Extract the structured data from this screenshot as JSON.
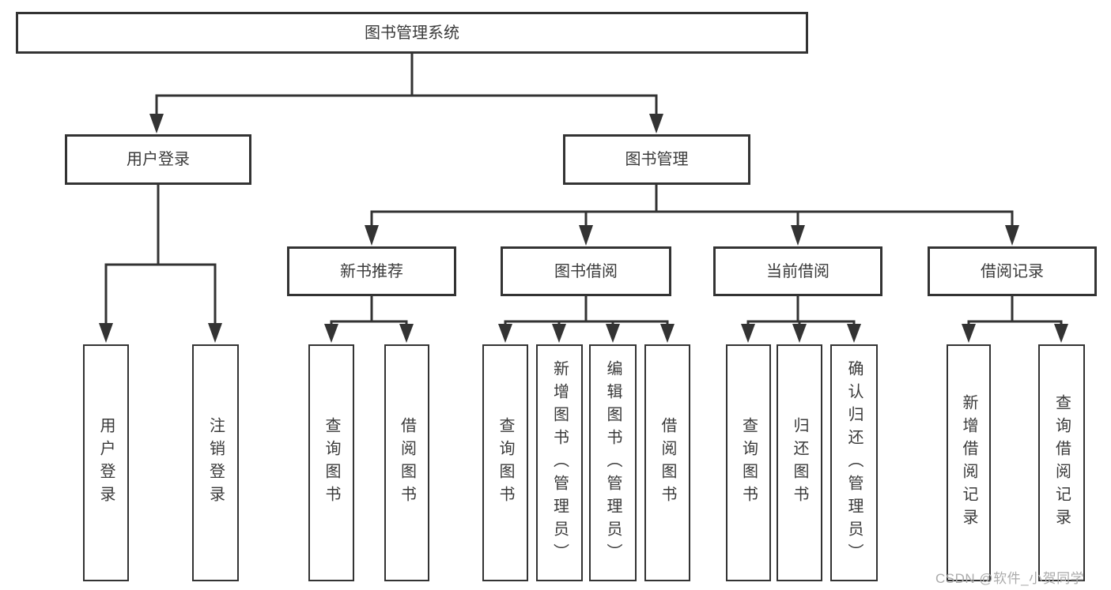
{
  "diagram": {
    "root": {
      "label": "图书管理系统"
    },
    "branches": [
      {
        "label": "用户登录",
        "children": [
          {
            "label": "用户登录"
          },
          {
            "label": "注销登录"
          }
        ]
      },
      {
        "label": "图书管理",
        "children": [
          {
            "label": "新书推荐",
            "children": [
              {
                "label": "查询图书"
              },
              {
                "label": "借阅图书"
              }
            ]
          },
          {
            "label": "图书借阅",
            "children": [
              {
                "label": "查询图书"
              },
              {
                "label": "新增图书（管理员）"
              },
              {
                "label": "编辑图书（管理员）"
              },
              {
                "label": "借阅图书"
              }
            ]
          },
          {
            "label": "当前借阅",
            "children": [
              {
                "label": "查询图书"
              },
              {
                "label": "归还图书"
              },
              {
                "label": "确认归还（管理员）"
              }
            ]
          },
          {
            "label": "借阅记录",
            "children": [
              {
                "label": "新增借阅记录"
              },
              {
                "label": "查询借阅记录"
              }
            ]
          }
        ]
      }
    ]
  },
  "watermark": {
    "text": "CSDN @软件_小贺同学",
    "color": "#ababab"
  },
  "colors": {
    "line": "#333333",
    "box_border": "#333333",
    "text": "#3a3a3a",
    "background": "#ffffff"
  }
}
